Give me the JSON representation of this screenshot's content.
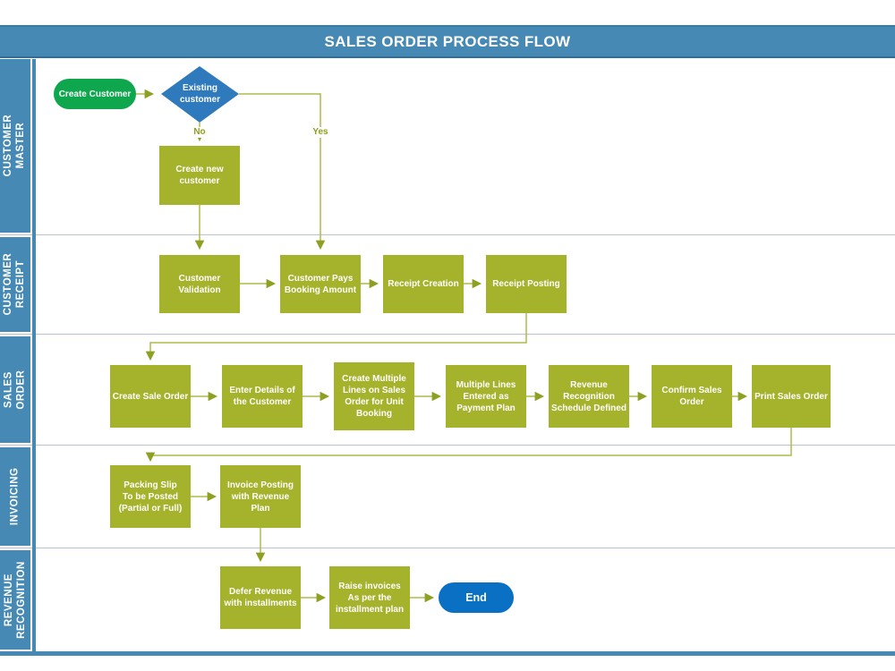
{
  "header": {
    "title": "SALES ORDER PROCESS FLOW"
  },
  "lanes": [
    {
      "label": "CUSTOMER MASTER"
    },
    {
      "label": "CUSTOMER\nRECEIPT"
    },
    {
      "label": "SALES ORDER"
    },
    {
      "label": "INVOICING"
    },
    {
      "label": "REVENUE\nRECOGNITION"
    }
  ],
  "nodes": {
    "start": {
      "label": "Create Customer",
      "type": "start"
    },
    "existing_customer": {
      "label": "Existing\ncustomer",
      "type": "decision"
    },
    "create_new_customer": {
      "label": "Create new\ncustomer",
      "type": "process"
    },
    "customer_validation": {
      "label": "Customer\nValidation",
      "type": "process"
    },
    "customer_pays": {
      "label": "Customer Pays\nBooking Amount",
      "type": "process"
    },
    "receipt_creation": {
      "label": "Receipt Creation",
      "type": "process"
    },
    "receipt_posting": {
      "label": "Receipt Posting",
      "type": "process"
    },
    "create_sale_order": {
      "label": "Create Sale Order",
      "type": "process"
    },
    "enter_details": {
      "label": "Enter Details of\nthe Customer",
      "type": "process"
    },
    "create_multiple_lines": {
      "label": "Create Multiple\nLines on Sales\nOrder for Unit\nBooking",
      "type": "process"
    },
    "multiple_lines_entered": {
      "label": "Multiple Lines\nEntered as\nPayment Plan",
      "type": "process"
    },
    "revenue_recognition_schedule": {
      "label": "Revenue\nRecognition\nSchedule Defined",
      "type": "process"
    },
    "confirm_sales_order": {
      "label": "Confirm Sales\nOrder",
      "type": "process"
    },
    "print_sales_order": {
      "label": "Print Sales Order",
      "type": "process"
    },
    "packing_slip": {
      "label": "Packing Slip\nTo be Posted\n(Partial or Full)",
      "type": "process"
    },
    "invoice_posting": {
      "label": "Invoice Posting\nwith Revenue\nPlan",
      "type": "process"
    },
    "defer_revenue": {
      "label": "Defer Revenue\nwith installments",
      "type": "process"
    },
    "raise_invoices": {
      "label": "Raise invoices\nAs per the\ninstallment plan",
      "type": "process"
    },
    "end": {
      "label": "End",
      "type": "end"
    }
  },
  "edge_labels": {
    "no": "No",
    "yes": "Yes"
  },
  "edges": [
    {
      "from": "start",
      "to": "existing_customer"
    },
    {
      "from": "existing_customer",
      "to": "create_new_customer",
      "label": "No"
    },
    {
      "from": "existing_customer",
      "to": "customer_pays",
      "label": "Yes"
    },
    {
      "from": "create_new_customer",
      "to": "customer_validation"
    },
    {
      "from": "customer_validation",
      "to": "customer_pays"
    },
    {
      "from": "customer_pays",
      "to": "receipt_creation"
    },
    {
      "from": "receipt_creation",
      "to": "receipt_posting"
    },
    {
      "from": "receipt_posting",
      "to": "create_sale_order"
    },
    {
      "from": "create_sale_order",
      "to": "enter_details"
    },
    {
      "from": "enter_details",
      "to": "create_multiple_lines"
    },
    {
      "from": "create_multiple_lines",
      "to": "multiple_lines_entered"
    },
    {
      "from": "multiple_lines_entered",
      "to": "revenue_recognition_schedule"
    },
    {
      "from": "revenue_recognition_schedule",
      "to": "confirm_sales_order"
    },
    {
      "from": "confirm_sales_order",
      "to": "print_sales_order"
    },
    {
      "from": "print_sales_order",
      "to": "packing_slip"
    },
    {
      "from": "packing_slip",
      "to": "invoice_posting"
    },
    {
      "from": "invoice_posting",
      "to": "defer_revenue"
    },
    {
      "from": "defer_revenue",
      "to": "raise_invoices"
    },
    {
      "from": "raise_invoices",
      "to": "end"
    }
  ],
  "colors": {
    "banner_blue": "#4589b4",
    "process_green": "#a5b22b",
    "start_green": "#0fa74e",
    "decision_blue": "#2e7abc",
    "end_blue": "#0a70c4",
    "connector_olive": "#a6b13c",
    "divider_gray": "#b6c3cc"
  }
}
